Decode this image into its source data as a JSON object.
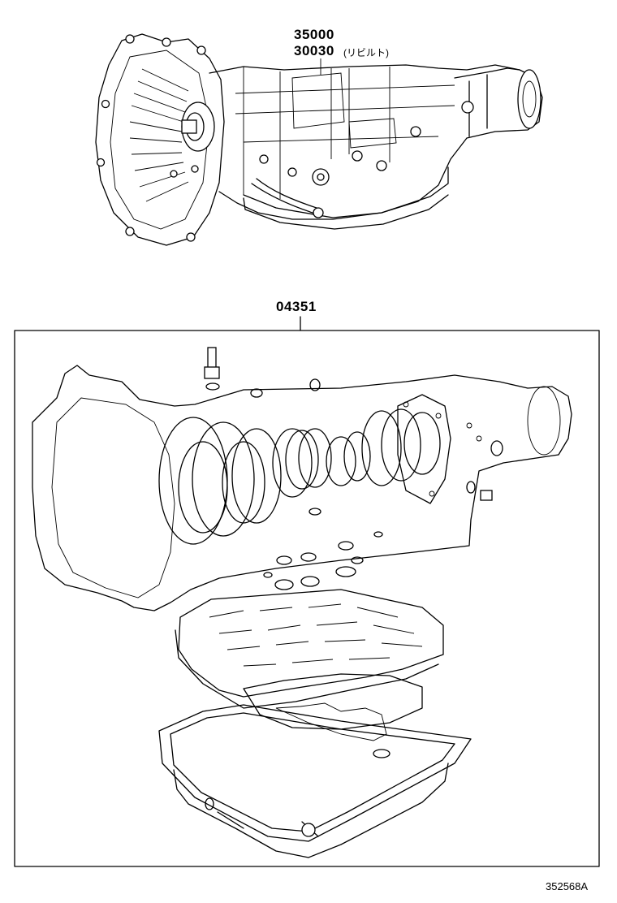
{
  "labels": {
    "part_a": "35000",
    "part_b": "30030",
    "part_b_note": "(リビルト)",
    "kit": "04351",
    "figure_ref": "352568A"
  }
}
